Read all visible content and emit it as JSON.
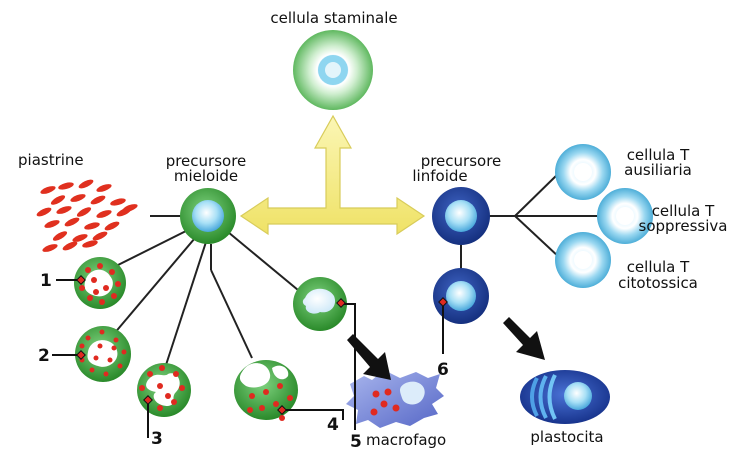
{
  "labels": {
    "stem_cell": "cellula staminale",
    "platelets": "piastrine",
    "myeloid_line1": "precursore",
    "myeloid_line2": "mieloide",
    "lymphoid_line1": "precursore",
    "lymphoid_line2": "linfoide",
    "helper_line1": "cellula T",
    "helper_line2": "ausiliaria",
    "suppressor_line1": "cellula T",
    "suppressor_line2": "soppressiva",
    "cytotoxic_line1": "cellula T",
    "cytotoxic_line2": "citotossica",
    "macrophage": "macrofago",
    "plasma_cell": "plastocita"
  },
  "callouts": [
    "1",
    "2",
    "3",
    "4",
    "5",
    "6"
  ],
  "colors": {
    "myeloid_green": "#3a9a3a",
    "lymphoid_blue": "#233f9a",
    "t_cell_light_blue": "#8fd0ec",
    "red_granule": "#e02a20",
    "arrow_yellow": "#f7ef8a",
    "line": "#222222"
  }
}
